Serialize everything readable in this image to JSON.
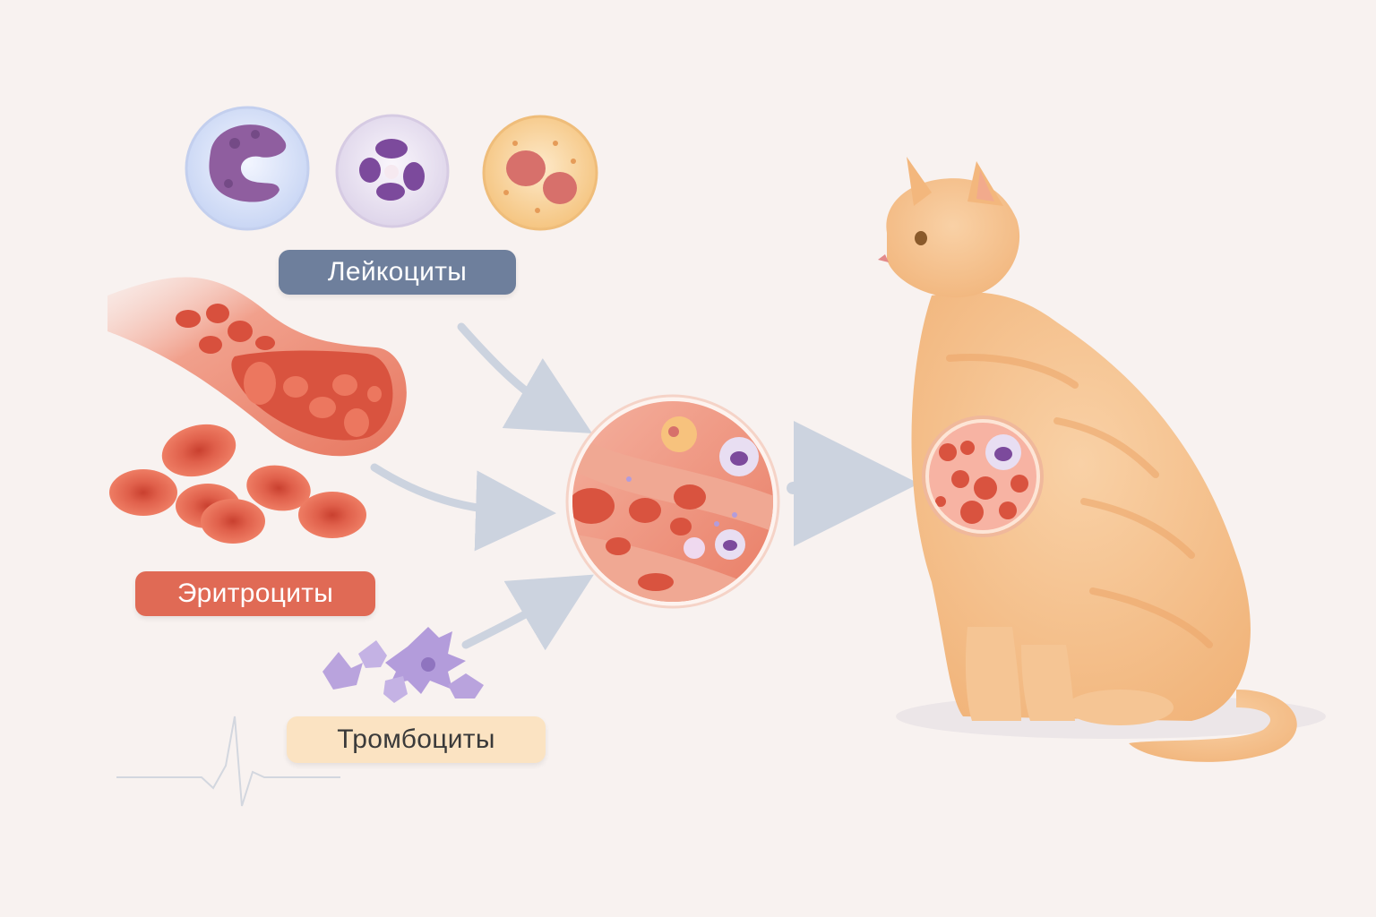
{
  "labels": {
    "leukocytes": "Лейкоциты",
    "erythrocytes": "Эритроциты",
    "thrombocytes": "Тромбоциты"
  },
  "colors": {
    "background": "#f8f2f0",
    "leukocytes_badge": "#6e7f9c",
    "leukocytes_text": "#ffffff",
    "erythrocytes_badge": "#e06a55",
    "erythrocytes_text": "#ffffff",
    "thrombocytes_badge": "#fbe3c2",
    "thrombocytes_text": "#3a3a3a",
    "red_cell": "#e45c48",
    "cat_fur": "#f6c08d",
    "platelet": "#b9a3dd",
    "arrow": "#ccd3df"
  },
  "icons": [
    "leukocyte-lymphocyte-icon",
    "leukocyte-neutrophil-icon",
    "leukocyte-eosinophil-icon",
    "blood-vessel-icon",
    "red-blood-cell-icon",
    "platelet-icon",
    "heartbeat-line-icon",
    "magnified-vessel-icon",
    "cat-illustration-icon"
  ]
}
